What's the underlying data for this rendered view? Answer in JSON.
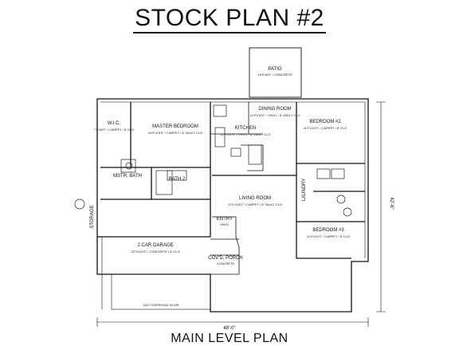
{
  "title": "STOCK PLAN #2",
  "footer": "MAIN LEVEL PLAN",
  "dimensions": {
    "width": "48'-0\"",
    "depth": "42'-6\""
  },
  "rooms": {
    "patio": {
      "name": "PATIO",
      "sub": "16'6\"x8'0\" / CONCRETE"
    },
    "wic": {
      "name": "W.I.C.",
      "sub": "7'0\"x6'0\" / CARPET / 8' CLG"
    },
    "master_bedroom": {
      "name": "MASTER BEDROOM",
      "sub": "14'0\"x13'0\" / CARPET / 8' VAULT CLG"
    },
    "master_bath": {
      "name": "MSTR. BATH"
    },
    "bath_2": {
      "name": "BATH 2"
    },
    "dining_room": {
      "name": "DINING ROOM",
      "sub": "11'6\"x10'0\" / VINYL / 8' VAULT CLG"
    },
    "kitchen": {
      "name": "KITCHEN",
      "sub": "11'6\"x10'0\" / VINYL / 8' VAULT CLG"
    },
    "bedroom_2": {
      "name": "BEDROOM #2",
      "sub": "11'0\"x10'0\" / CARPET / 8' CLG"
    },
    "laundry": {
      "name": "LAUNDRY"
    },
    "living_room": {
      "name": "LIVING ROOM",
      "sub": "17'0\"x15'0\" / CARPET / 8' VAULT CLG"
    },
    "garage": {
      "name": "2 CAR GARAGE",
      "sub": "22'0\"x22'0\" / CONCRETE / 8' CLG"
    },
    "entry": {
      "name": "ENTRY",
      "sub": "VINYL"
    },
    "porch": {
      "name": "COV'D. PORCH",
      "sub": "CONCRETE"
    },
    "bedroom_3": {
      "name": "BEDROOM #3",
      "sub": "11'0\"x11'0\" / CARPET / 8' CLG"
    },
    "overhead_door": {
      "name": "16x7 OVERHEAD DOOR"
    },
    "storage": {
      "name": "STORAGE"
    }
  }
}
